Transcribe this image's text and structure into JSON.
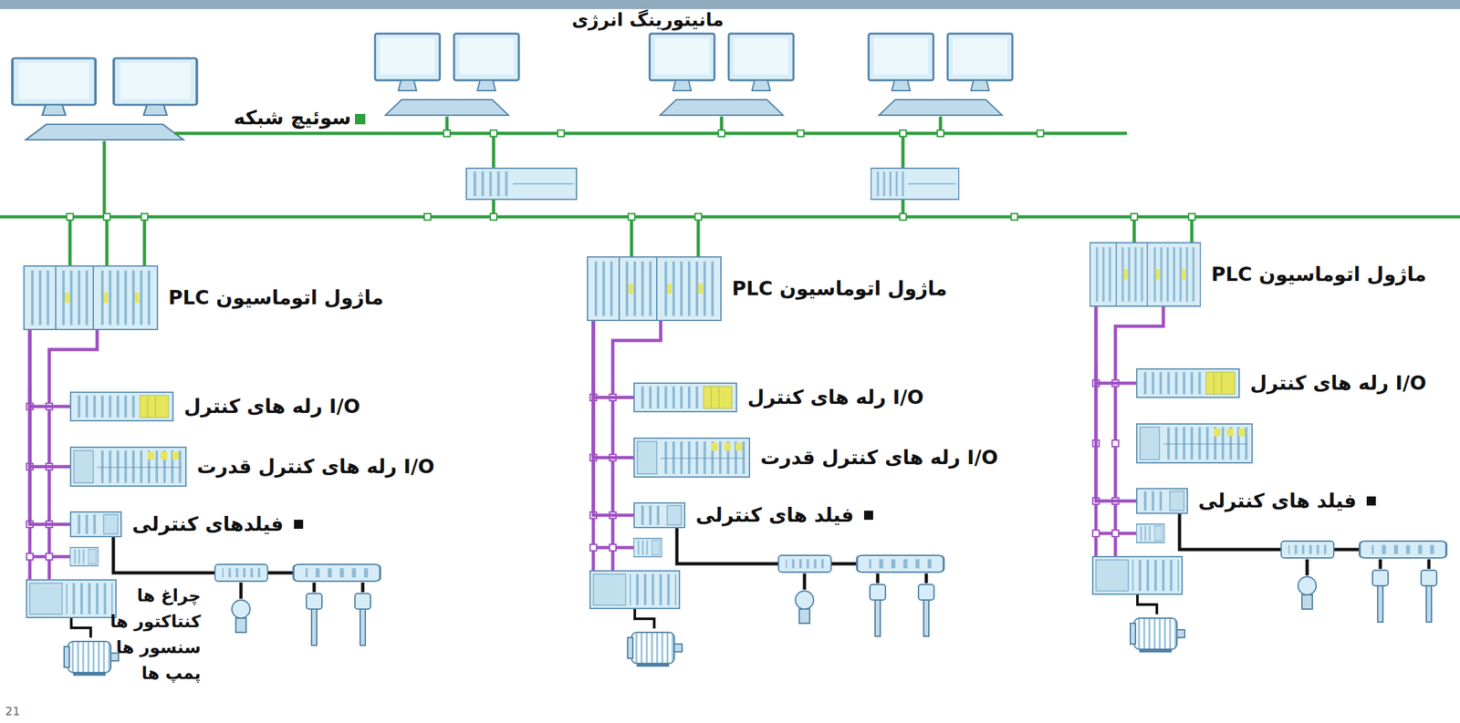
{
  "diagram": {
    "title": "مانیتورینگ انرژی",
    "nodes": [
      {
        "text": [
          "ماژول اتوماسیون PLC"
        ]
      },
      {
        "text": [
          "I/O رله های کنترل"
        ]
      },
      {
        "text": [
          "I/O رله های کنترل قدرت"
        ]
      },
      {
        "text": [
          "فیلدهای کنترلی"
        ]
      },
      {
        "text": [
          "ماژول اتوماسیون PLC"
        ]
      },
      {
        "text": [
          "I/O رله های کنترل"
        ]
      },
      {
        "text": [
          "I/O رله های کنترل قدرت"
        ]
      },
      {
        "text": [
          "فیلد های کنترلی"
        ]
      },
      {
        "text": [
          "ماژول اتوماسیون PLC"
        ]
      },
      {
        "text": [
          "I/O رله های کنترل"
        ]
      },
      {
        "text": [
          "فیلد های کنترلی"
        ]
      }
    ],
    "edges": [
      {
        "from": 0,
        "to": 1,
        "arrow": "none"
      },
      {
        "from": 0,
        "to": 2,
        "arrow": "none"
      },
      {
        "from": 0,
        "to": 3,
        "arrow": "none"
      },
      {
        "from": 4,
        "to": 5,
        "arrow": "none"
      },
      {
        "from": 4,
        "to": 6,
        "arrow": "none"
      },
      {
        "from": 4,
        "to": 7,
        "arrow": "none"
      },
      {
        "from": 8,
        "to": 9,
        "arrow": "none"
      },
      {
        "from": 8,
        "to": 10,
        "arrow": "none"
      }
    ],
    "labels": [
      "سوئیچ شبکه",
      "چراغ ها",
      "کنتاکتور ها",
      "سنسور ها",
      "پمپ ها",
      "21"
    ]
  }
}
